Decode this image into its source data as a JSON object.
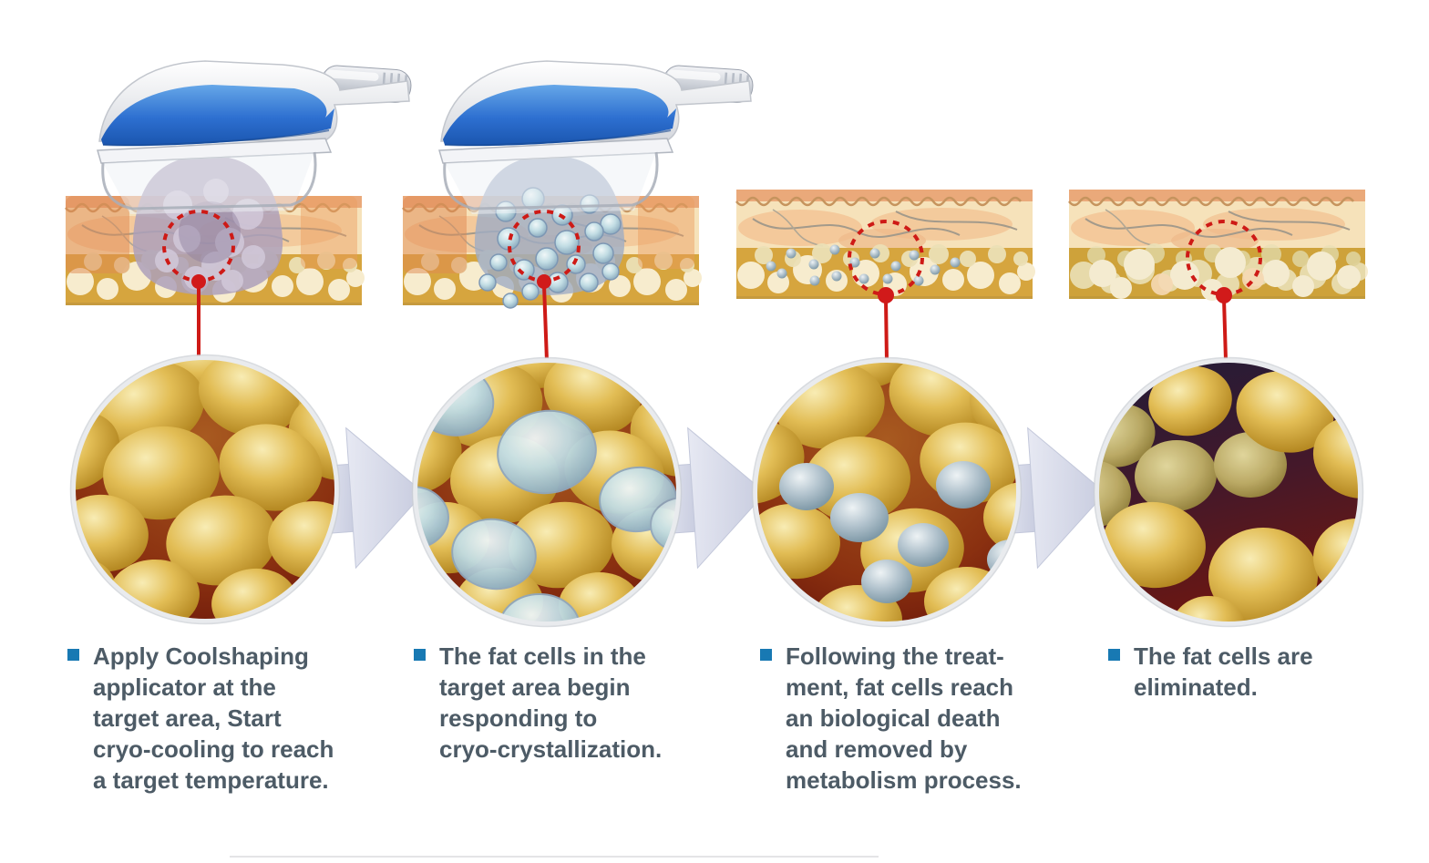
{
  "diagram": {
    "kind": "cryolipolysis-treatment-process",
    "step_count": 4,
    "steps": [
      {
        "caption": "Apply Coolshaping\napplicator at the\ntarget area, Start\ncryo-cooling to reach\na target temperature.",
        "has_applicator": true,
        "magnified_view": "healthy yellow fat cells"
      },
      {
        "caption": "The fat cells in the\ntarget area begin\nresponding to\ncryo-crystallization.",
        "has_applicator": true,
        "magnified_view": "fat cells crystallizing, turning icy blue"
      },
      {
        "caption": "Following the treat-\nment, fat cells reach\nan biological death\nand removed by\nmetabolism process.",
        "has_applicator": false,
        "magnified_view": "shrunken gray dead cells among fat cells"
      },
      {
        "caption": "The fat cells are\neliminated.",
        "has_applicator": false,
        "magnified_view": "sparse remaining fat cells"
      }
    ],
    "icons": [
      "applicator-device",
      "skin-cross-section",
      "callout-dotted-circle",
      "pin-line",
      "magnified-cell-view",
      "arrow-right"
    ],
    "colors": {
      "bullet": "#1879b3",
      "caption_text": "#4d5b66",
      "device_blue": "#2d6fd0",
      "callout_red": "#ce1a16",
      "arrow_gray": "#d4d8e6",
      "fat_cell_yellow": "#e2bd55",
      "crystal_blue": "#c2dde4",
      "dead_cell_gray": "#b6c6d0"
    }
  }
}
